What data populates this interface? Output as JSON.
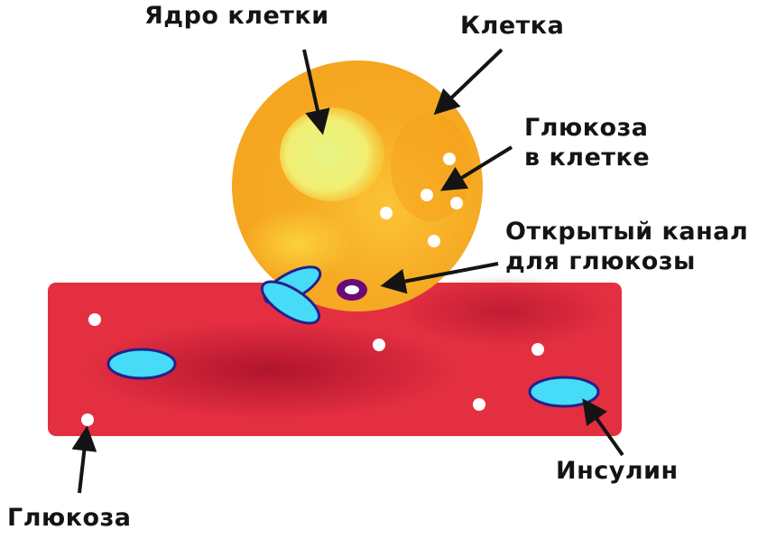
{
  "labels": {
    "nucleus": "Ядро клетки",
    "cell": "Клетка",
    "glucose_in_cell": [
      "Глюкоза",
      "в клетке"
    ],
    "open_channel": [
      "Открытый канал",
      "для глюкозы"
    ],
    "insulin": "Инсулин",
    "glucose": "Глюкоза"
  },
  "colors": {
    "vessel": "#e42f41",
    "vessel_dark": "#a8102a",
    "cell": "#f6ab24",
    "cell_light": "#fdd83a",
    "nucleus": "#e9f57e",
    "insulin_fill": "#46dbf6",
    "insulin_stroke": "#25208a",
    "channel": "#6b0a77",
    "glucose": "#ffffff",
    "arrow": "#141414"
  }
}
